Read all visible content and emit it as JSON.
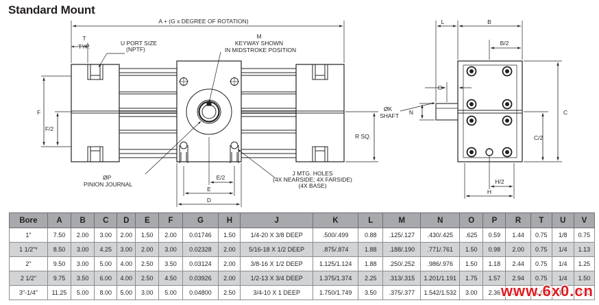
{
  "title": "Standard Mount",
  "front_view": {
    "dim_a": "A + (G x DEGREE OF ROTATION)",
    "dim_t": "T",
    "dim_t_typ": "TYP.",
    "port_label_1": "U PORT SIZE",
    "port_label_2": "(NPTF)",
    "m_label": "M",
    "keyway_1": "KEYWAY SHOWN",
    "keyway_2": "IN MIDSTROKE POSITION",
    "dim_f": "F",
    "dim_f2": "F/2",
    "dim_r": "R SQ.",
    "pinion_1": "ØP",
    "pinion_2": "PINION JOURNAL",
    "dim_e2": "E/2",
    "dim_e": "E",
    "dim_d": "D",
    "holes_1": "J MTG. HOLES",
    "holes_2": "(4X NEARSIDE; 4X FARSIDE)",
    "holes_3": "(4X BASE)"
  },
  "side_view": {
    "dim_l": "L",
    "dim_b": "B",
    "dim_b2": "B/2",
    "dim_o": "O",
    "shaft_1": "ØK",
    "shaft_2": "SHAFT",
    "dim_n": "N",
    "dim_c": "C",
    "dim_c2": "C/2",
    "dim_h2": "H/2",
    "dim_h": "H"
  },
  "table": {
    "headers": [
      "Bore",
      "A",
      "B",
      "C",
      "D",
      "E",
      "F",
      "G",
      "H",
      "J",
      "K",
      "L",
      "M",
      "N",
      "O",
      "P",
      "R",
      "T",
      "U",
      "V"
    ],
    "rows": [
      [
        "1\"",
        "7.50",
        "2.00",
        "3.00",
        "2.00",
        "1.50",
        "2.00",
        "0.01746",
        "1.50",
        "1/4-20 X 3/8 DEEP",
        ".500/.499",
        "0.88",
        ".125/.127",
        ".430/.425",
        ".625",
        "0.59",
        "1.44",
        "0.75",
        "1/8",
        "0.75"
      ],
      [
        "1 1/2\"*",
        "8.50",
        "3.00",
        "4.25",
        "3.00",
        "2.00",
        "3.00",
        "0.02328",
        "2.00",
        "5/16-18 X 1/2 DEEP",
        ".875/.874",
        "1.88",
        ".188/.190",
        ".771/.761",
        "1.50",
        "0.98",
        "2.00",
        "0.75",
        "1/4",
        "1.13"
      ],
      [
        "2\"",
        "9.50",
        "3.00",
        "5.00",
        "4.00",
        "2.50",
        "3.50",
        "0.03124",
        "2.00",
        "3/8-16 X 1/2 DEEP",
        "1.125/1.124",
        "1.88",
        ".250/.252",
        ".986/.976",
        "1.50",
        "1.18",
        "2.44",
        "0.75",
        "1/4",
        "1.25"
      ],
      [
        "2 1/2\"",
        "9.75",
        "3.50",
        "6.00",
        "4.00",
        "2.50",
        "4.50",
        "0.03926",
        "2.00",
        "1/2-13 X 3/4 DEEP",
        "1.375/1.374",
        "2.25",
        ".313/.315",
        "1.201/1.191",
        "1.75",
        "1.57",
        "2.94",
        "0.75",
        "1/4",
        "1.50"
      ],
      [
        "3\"-1/4\"",
        "11.25",
        "5.00",
        "8.00",
        "5.00",
        "3.00",
        "5.00",
        "0.04800",
        "2.50",
        "3/4-10 X 1 DEEP",
        "1.750/1.749",
        "3.50",
        ".375/.377",
        "1.542/1.532",
        "3.00",
        "2.36",
        "3.50",
        "1.00",
        "1/2",
        "2.00"
      ]
    ]
  },
  "watermark": "www.6x0.cn",
  "colors": {
    "header_bg": "#a7a9ac",
    "row_shade": "#d1d3d4",
    "line": "#231f20",
    "watermark": "#e11b22"
  }
}
